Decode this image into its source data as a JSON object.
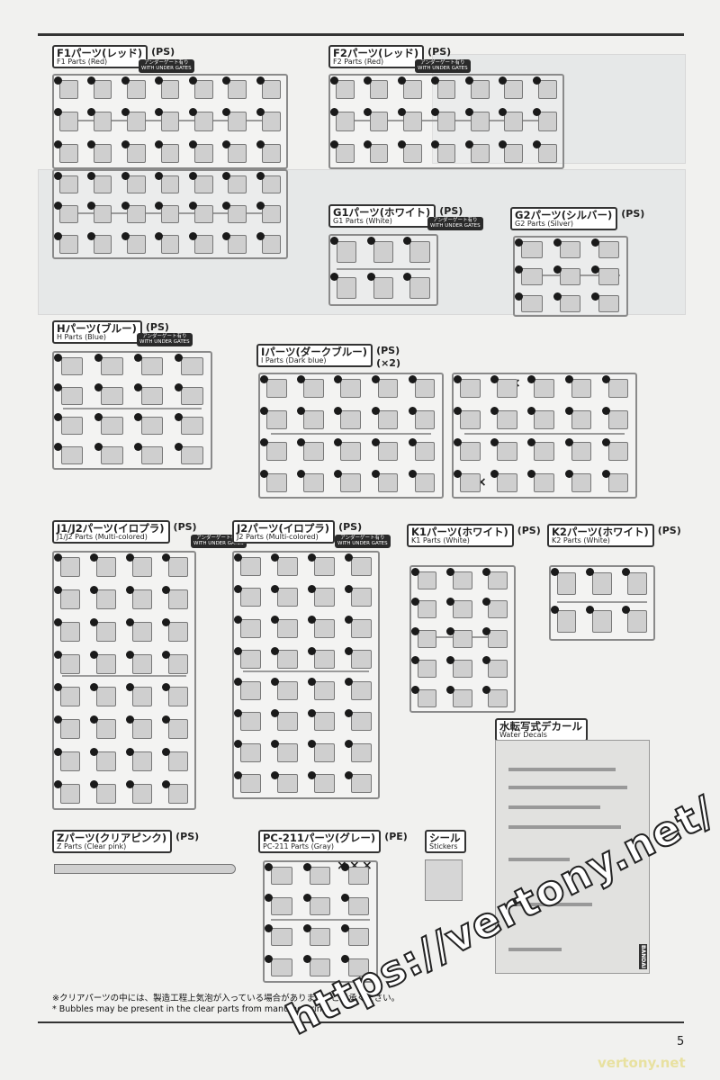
{
  "badge": {
    "jp": "アンダーゲート有り",
    "en": "WITH UNDER GATES"
  },
  "sections": {
    "f1": {
      "jp": "F1パーツ(レッド)",
      "en": "F1 Parts (Red)",
      "mat": "(PS)"
    },
    "f2": {
      "jp": "F2パーツ(レッド)",
      "en": "F2 Parts (Red)",
      "mat": "(PS)"
    },
    "g1": {
      "jp": "G1パーツ(ホワイト)",
      "en": "G1 Parts (White)",
      "mat": "(PS)"
    },
    "g2": {
      "jp": "G2パーツ(シルバー)",
      "en": "G2 Parts (Silver)",
      "mat": "(PS)"
    },
    "h": {
      "jp": "Hパーツ(ブルー)",
      "en": "H Parts (Blue)",
      "mat": "(PS)"
    },
    "i": {
      "jp": "Ⅰパーツ(ダークブルー)",
      "en": "I Parts (Dark blue)",
      "mat": "(PS)",
      "qty": "(×2)"
    },
    "j1j2": {
      "jp": "J1/J2パーツ(イロプラ)",
      "en": "J1/J2 Parts (Multi-colored)",
      "mat": "(PS)"
    },
    "j2": {
      "jp": "J2パーツ(イロプラ)",
      "en": "J2 Parts (Multi-colored)",
      "mat": "(PS)"
    },
    "k1": {
      "jp": "K1パーツ(ホワイト)",
      "en": "K1 Parts (White)",
      "mat": "(PS)"
    },
    "k2": {
      "jp": "K2パーツ(ホワイト)",
      "en": "K2 Parts (White)",
      "mat": "(PS)"
    },
    "decal": {
      "jp": "水転写式デカール",
      "en": "Water Decals"
    },
    "z": {
      "jp": "Zパーツ(クリアピンク)",
      "en": "Z Parts (Clear pink)",
      "mat": "(PS)"
    },
    "pc": {
      "jp": "PC-211パーツ(グレー)",
      "en": "PC-211 Parts (Gray)",
      "mat": "(PE)"
    },
    "seal": {
      "jp": "シール",
      "en": "Stickers"
    }
  },
  "notes": {
    "jp": "※クリアパーツの中には、製造工程上気泡が入っている場合があります。ご了承ください。",
    "en": "* Bubbles may be present in the clear parts from manufacturing."
  },
  "watermark": {
    "url": "https://vertony.net/",
    "site": "vertony.net"
  },
  "page_number": "5",
  "bandai": "BANDAI",
  "cross_mark": "×"
}
